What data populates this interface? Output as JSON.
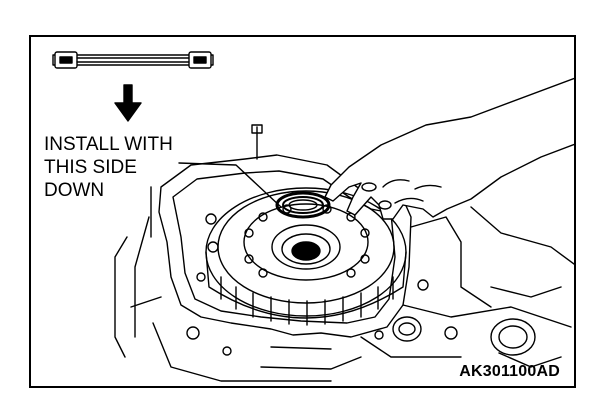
{
  "figure": {
    "instruction_lines": [
      "INSTALL WITH",
      "THIS SIDE",
      "DOWN"
    ],
    "figure_code": "AK301100AD",
    "stroke_color": "#000000",
    "background_color": "#ffffff"
  }
}
